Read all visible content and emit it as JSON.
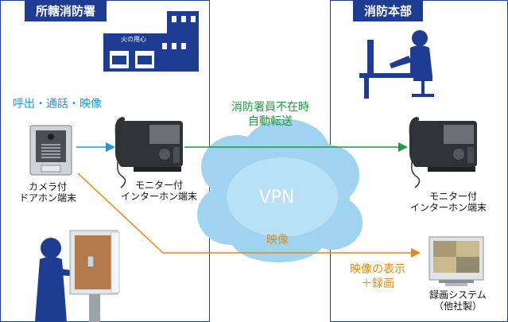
{
  "left_panel": {
    "title": "所轄消防署",
    "station_sign": "火の用心"
  },
  "right_panel": {
    "title": "消防本部"
  },
  "labels": {
    "call_features": "呼出・通話・映像",
    "camera_door_line1": "カメラ付",
    "camera_door_line2": "ドアホン端末",
    "intercom_left_line1": "モニター付",
    "intercom_left_line2": "インターホン端末",
    "intercom_right_line1": "モニター付",
    "intercom_right_line2": "インターホン端末",
    "auto_transfer_line1": "消防署員不在時",
    "auto_transfer_line2": "自動転送",
    "vpn": "VPN",
    "video": "映像",
    "display_record_line1": "映像の表示",
    "display_record_line2": "＋録画",
    "recorder_line1": "録画システム",
    "recorder_line2": "（他社製）"
  },
  "colors": {
    "navy": "#1e3c91",
    "cyan_arrow": "#1a9ad9",
    "green_arrow": "#1f9a3c",
    "orange_arrow": "#e68a12",
    "cloud": "#9fd3ef"
  }
}
